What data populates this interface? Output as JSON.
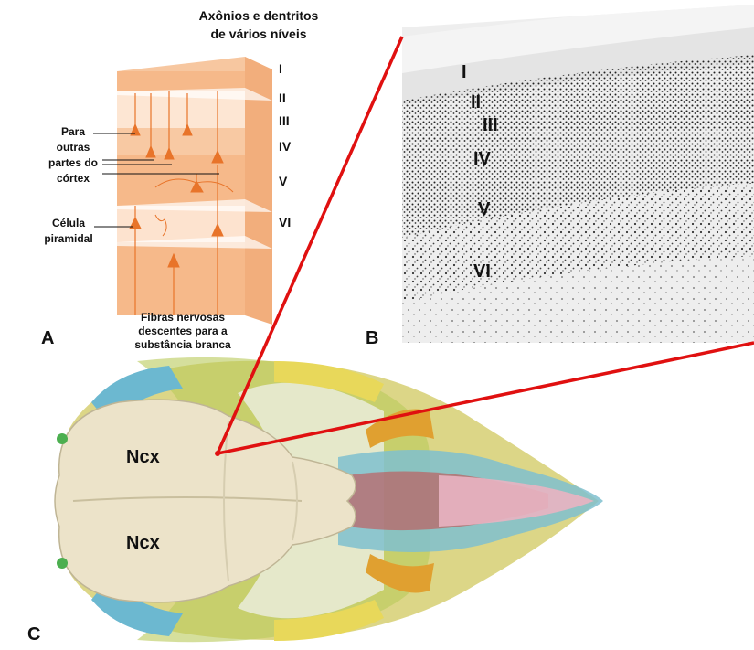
{
  "panel_a": {
    "letter": "A",
    "title_line1": "Axônios e dentritos",
    "title_line2": "de vários níveis",
    "layers": [
      "I",
      "II",
      "III",
      "IV",
      "V",
      "VI"
    ],
    "left_label_1": [
      "Para",
      "outras",
      "partes do",
      "córtex"
    ],
    "left_label_2": [
      "Célula",
      "piramidal"
    ],
    "bottom_label": [
      "Fibras nervosas",
      "descentes para a",
      "substância branca"
    ]
  },
  "panel_b": {
    "letter": "B",
    "layers": [
      "I",
      "II",
      "III",
      "IV",
      "V",
      "VI"
    ]
  },
  "panel_c": {
    "letter": "C",
    "region_labels": [
      "Ncx",
      "Ncx"
    ]
  },
  "colors": {
    "cortex_orange": "#f6b98a",
    "cortex_light": "#fde3cf",
    "neuron": "#e8742a",
    "pointer": "#e01010",
    "skull_bone": "#ece3c9"
  }
}
